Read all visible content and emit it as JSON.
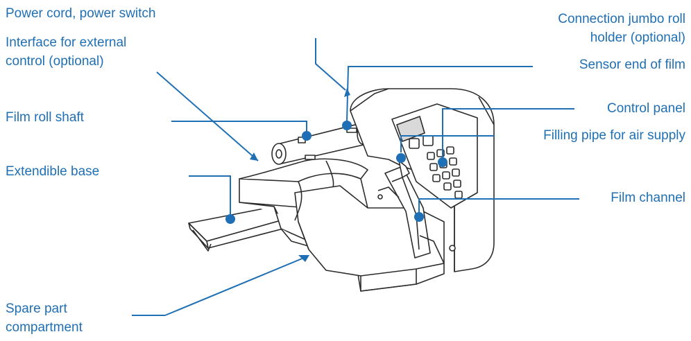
{
  "colors": {
    "label": "#1f6fb5",
    "leader": "#1f6fb5",
    "outline": "#2b2b2b",
    "fill": "#ffffff",
    "screen": "#d9d9d9"
  },
  "labels": {
    "power_cord": "Power cord, power switch",
    "interface_line1": "Interface for external",
    "interface_line2": "control (optional)",
    "film_roll_shaft": "Film roll shaft",
    "extendible_base": "Extendible base",
    "spare_line1": "Spare part",
    "spare_line2": "compartment",
    "jumbo_line1": "Connection jumbo roll",
    "jumbo_line2": "holder (optional)",
    "sensor_end": "Sensor end of film",
    "control_panel": "Control panel",
    "filling_pipe": "Filling pipe for air supply",
    "film_channel": "Film channel"
  }
}
